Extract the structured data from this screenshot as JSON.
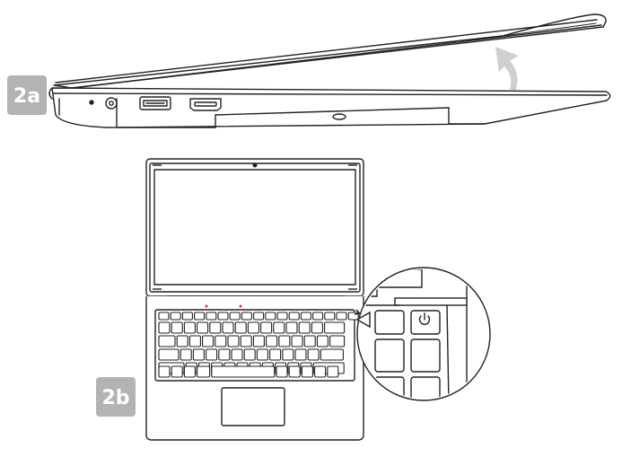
{
  "steps": [
    {
      "id": "step-2a",
      "label": "2a",
      "description_visible": ""
    },
    {
      "id": "step-2b",
      "label": "2b",
      "description_visible": ""
    }
  ],
  "colors": {
    "badge_bg": "#b3b3b3",
    "badge_text": "#ffffff",
    "line": "#222222",
    "arrow": "#cfcfcf",
    "red_leds": "#d23b3b"
  },
  "icons": {
    "power": "power-icon",
    "open_arrow": "curved-arrow-icon"
  }
}
